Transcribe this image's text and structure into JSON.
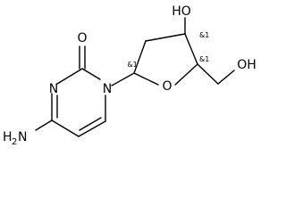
{
  "molecule": {
    "atoms": {
      "carbonyl_oxygen": "O",
      "ring_nitrogen_3": "N",
      "ring_nitrogen_1": "N",
      "amine": {
        "main": "H",
        "sub": "2",
        "tail": "N"
      },
      "ring_oxygen": "O",
      "hydroxyl_3prime": "HO",
      "hydroxyl_5prime": "OH"
    },
    "stereo_labels": {
      "c1prime": "&1",
      "c3prime": "&1",
      "c4prime": "&1"
    },
    "colors": {
      "bond": "#000000",
      "text": "#000000",
      "background": "#ffffff"
    }
  }
}
